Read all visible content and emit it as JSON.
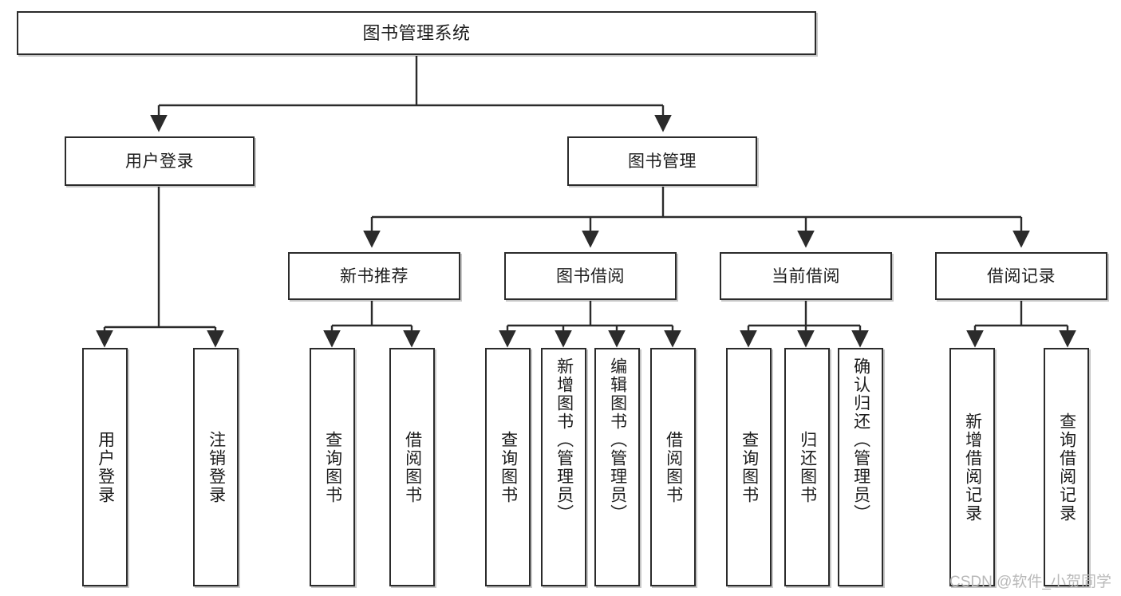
{
  "diagram": {
    "title": "图书管理系统",
    "type": "tree-hierarchy",
    "watermark": "CSDN @软件_小贺同学",
    "colors": {
      "box_border": "#2b2b2b",
      "box_fill": "#ffffff",
      "text": "#1c1c1c",
      "wire": "#2b2b2b",
      "watermark": "#b9b9b9"
    },
    "root": {
      "label": "图书管理系统"
    },
    "level2": [
      {
        "label": "用户登录"
      },
      {
        "label": "图书管理"
      }
    ],
    "level3": [
      {
        "label": "新书推荐"
      },
      {
        "label": "图书借阅"
      },
      {
        "label": "当前借阅"
      },
      {
        "label": "借阅记录"
      }
    ],
    "leaves": {
      "user_login": [
        {
          "label": "用户登录"
        },
        {
          "label": "注销登录"
        }
      ],
      "new_book_recommend": [
        {
          "label": "查询图书"
        },
        {
          "label": "借阅图书"
        }
      ],
      "book_borrow": [
        {
          "label": "查询图书"
        },
        {
          "label": "新增图书（管理员）"
        },
        {
          "label": "编辑图书（管理员）"
        },
        {
          "label": "借阅图书"
        }
      ],
      "current_borrow": [
        {
          "label": "查询图书"
        },
        {
          "label": "归还图书"
        },
        {
          "label": "确认归还（管理员）"
        }
      ],
      "borrow_record": [
        {
          "label": "新增借阅记录"
        },
        {
          "label": "查询借阅记录"
        }
      ]
    }
  }
}
